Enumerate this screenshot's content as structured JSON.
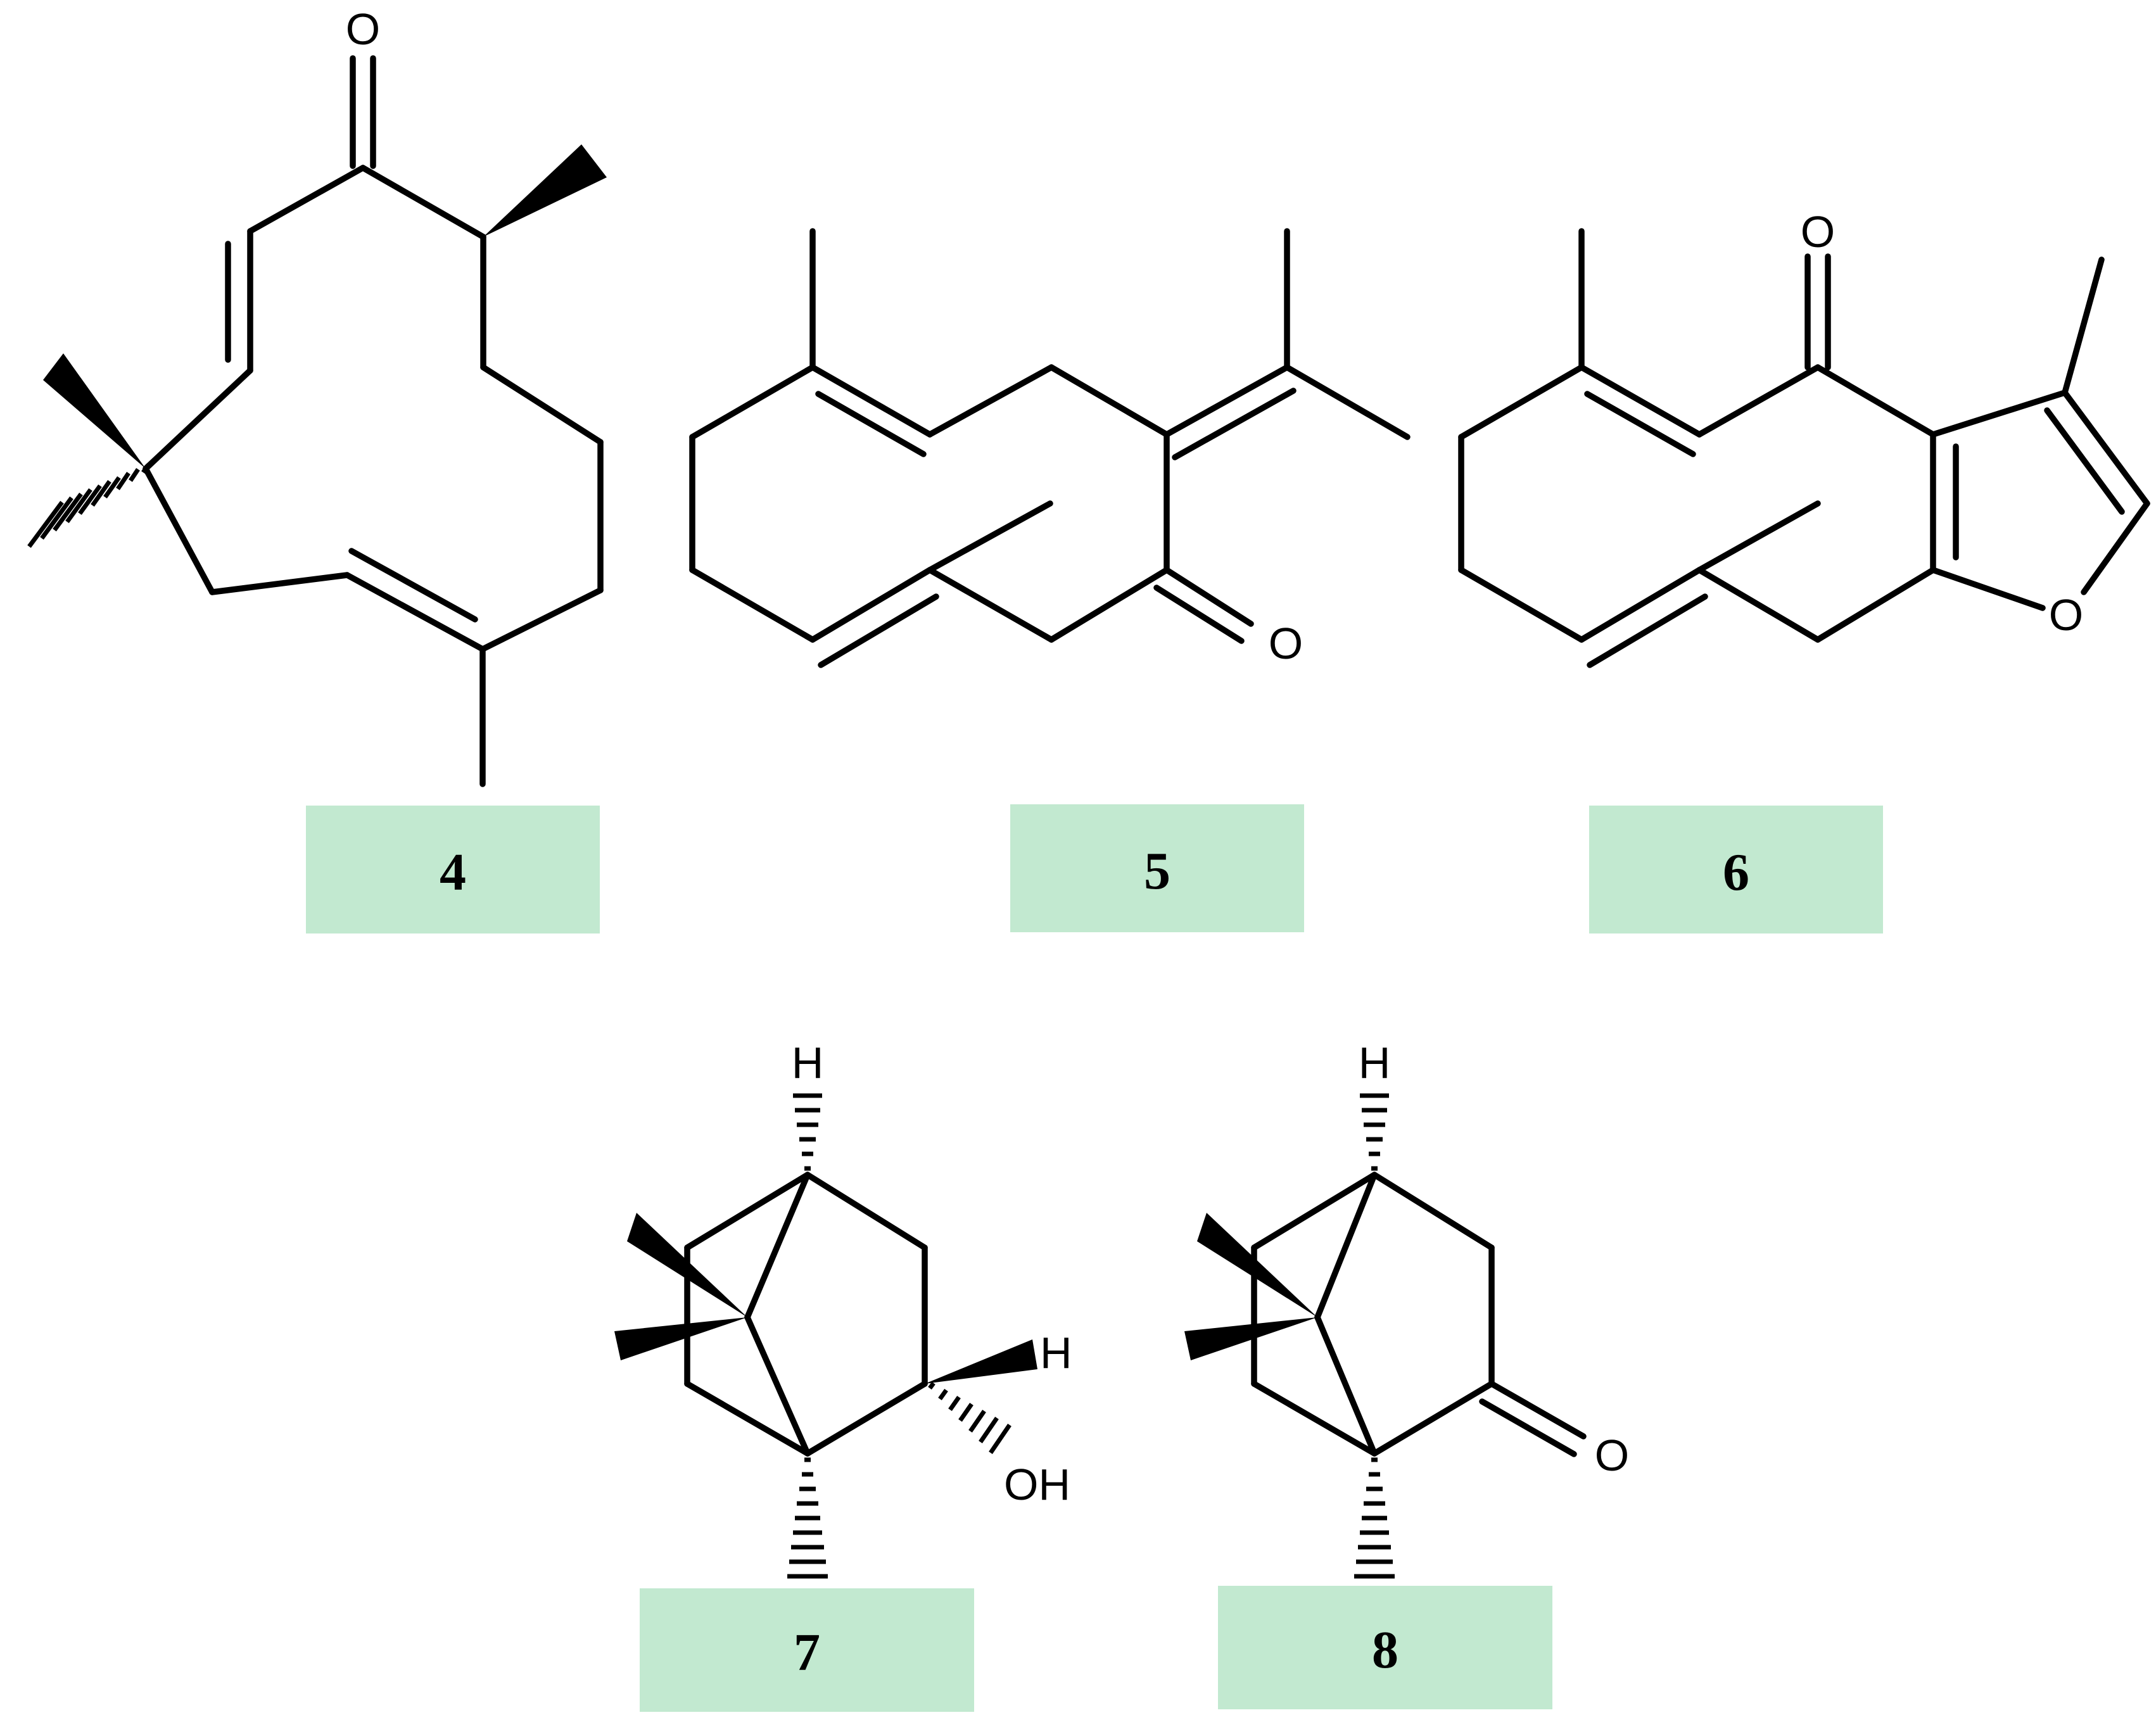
{
  "compounds": [
    {
      "label": "4",
      "atoms": {
        "o1": "O"
      }
    },
    {
      "label": "5",
      "atoms": {
        "o1": "O"
      }
    },
    {
      "label": "6",
      "atoms": {
        "o1": "O",
        "o2": "O"
      }
    },
    {
      "label": "7",
      "atoms": {
        "h1": "H",
        "h2": "H",
        "oh": "OH"
      }
    },
    {
      "label": "8",
      "atoms": {
        "h1": "H",
        "o1": "O"
      }
    }
  ],
  "colors": {
    "label_background": "#c2e9d0",
    "bond": "#000000"
  }
}
